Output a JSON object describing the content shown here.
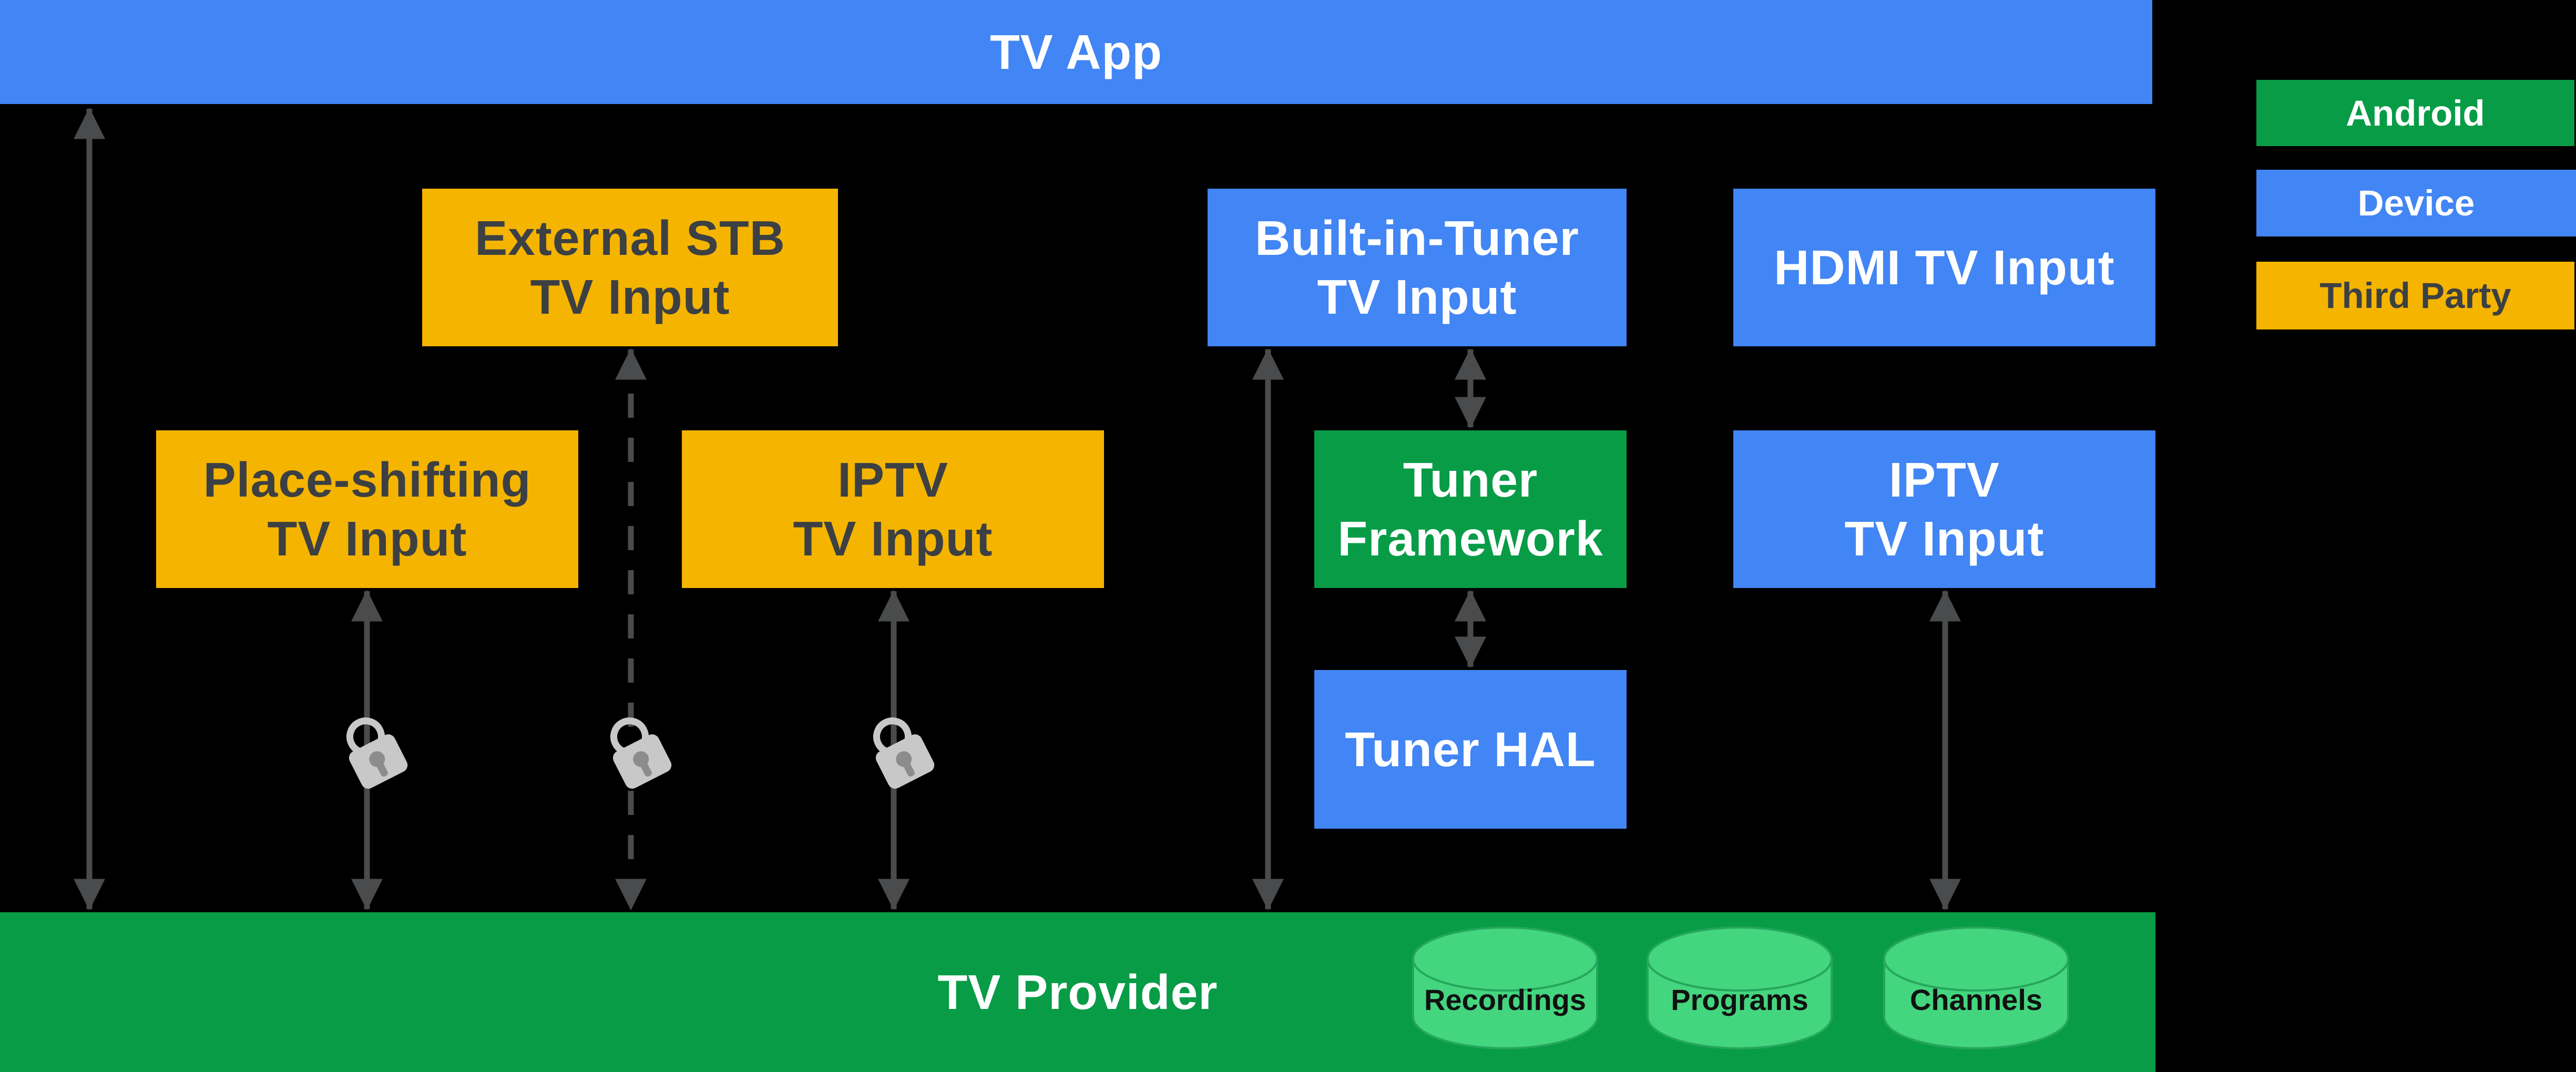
{
  "app_bar": {
    "label": "TV App"
  },
  "provider_bar": {
    "label": "TV Provider"
  },
  "boxes": {
    "external_stb": {
      "line1": "External STB",
      "line2": "TV Input",
      "category": "third-party"
    },
    "place_shifting": {
      "line1": "Place-shifting",
      "line2": "TV Input",
      "category": "third-party"
    },
    "iptv_third_party": {
      "line1": "IPTV",
      "line2": "TV Input",
      "category": "third-party"
    },
    "built_in_tuner": {
      "line1": "Built-in-Tuner",
      "line2": "TV Input",
      "category": "device"
    },
    "hdmi_tv_input": {
      "label": "HDMI TV Input",
      "category": "device"
    },
    "tuner_framework": {
      "line1": "Tuner",
      "line2": "Framework",
      "category": "android"
    },
    "iptv_device": {
      "line1": "IPTV",
      "line2": "TV Input",
      "category": "device"
    },
    "tuner_hal": {
      "label": "Tuner HAL",
      "category": "device"
    }
  },
  "datastores": [
    "Recordings",
    "Programs",
    "Channels"
  ],
  "legend": [
    {
      "label": "Android",
      "color": "#089C47",
      "text_color": "#FFFFFF"
    },
    {
      "label": "Device",
      "color": "#4285F4",
      "text_color": "#FFFFFF"
    },
    {
      "label": "Third Party",
      "color": "#F4B400",
      "text_color": "#3C4043"
    }
  ],
  "colors": {
    "background": "#000000",
    "android_green": "#089C47",
    "device_blue": "#4285F4",
    "third_party_yellow": "#F4B400",
    "datastore_fill": "#44D57F",
    "datastore_stroke": "#25A75B",
    "arrow_gray": "#4A4B4D",
    "lock_gray": "#C8C8C8",
    "lock_keyhole_gray": "#8C8C8C",
    "dark_text": "#3C4043",
    "light_text": "#FFFFFF"
  },
  "icons": {
    "lock": "lock-icon",
    "datastore": "database-cylinder-icon",
    "arrow": "double-arrow-icon"
  }
}
